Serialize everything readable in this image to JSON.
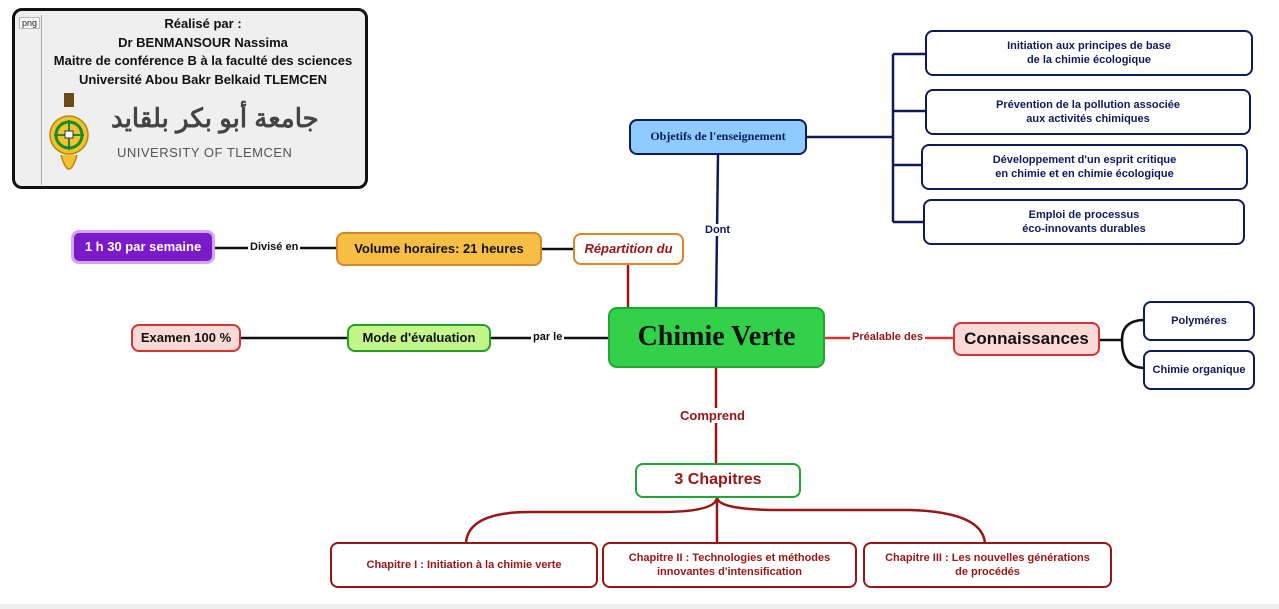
{
  "author_card": {
    "format_tag": "png",
    "lines": [
      "Réalisé par :",
      "Dr BENMANSOUR Nassima",
      "Maitre de conférence B à la faculté des sciences",
      "Université Abou Bakr Belkaid TLEMCEN"
    ],
    "logo_arabic": "جامعة أبو بكر بلقايد",
    "logo_english": "UNIVERSITY OF TLEMCEN"
  },
  "central": {
    "title": "Chimie Verte"
  },
  "objectifs": {
    "title": "Objetifs de l'enseignement",
    "link_label": "Dont",
    "items": [
      "Initiation aux principes de base\nde la chimie écologique",
      "Prévention de la pollution associée\naux activités chimiques",
      "Développement d'un esprit critique\nen chimie et en chimie écologique",
      "Emploi de processus\néco-innovants durables"
    ]
  },
  "repartition": {
    "title": "Répartition du",
    "volume": "Volume horaires: 21 heures",
    "link_label": "Divisé en",
    "weekly": "1 h 30 par semaine"
  },
  "evaluation": {
    "link_label": "par le",
    "mode": "Mode d'évaluation",
    "exam": "Examen 100 %"
  },
  "prerequis": {
    "link_label": "Préalable des",
    "title": "Connaissances",
    "items": [
      "Polyméres",
      "Chimie organique"
    ]
  },
  "chapitres": {
    "link_label": "Comprend",
    "title": "3 Chapitres",
    "items": [
      "Chapitre I : Initiation à la chimie verte",
      "Chapitre II : Technologies et méthodes\ninnovantes d'intensification",
      "Chapitre III : Les nouvelles générations\nde procédés"
    ]
  },
  "colors": {
    "central_fill": "#33d14a",
    "objectifs_fill": "#8ecbff",
    "navy": "#0f1a5c",
    "dark_red": "#9a1515",
    "purple": "#7a1ac9",
    "orange": "#f7be45",
    "light_green": "#c4f58a",
    "pink": "#fbd9d6"
  }
}
